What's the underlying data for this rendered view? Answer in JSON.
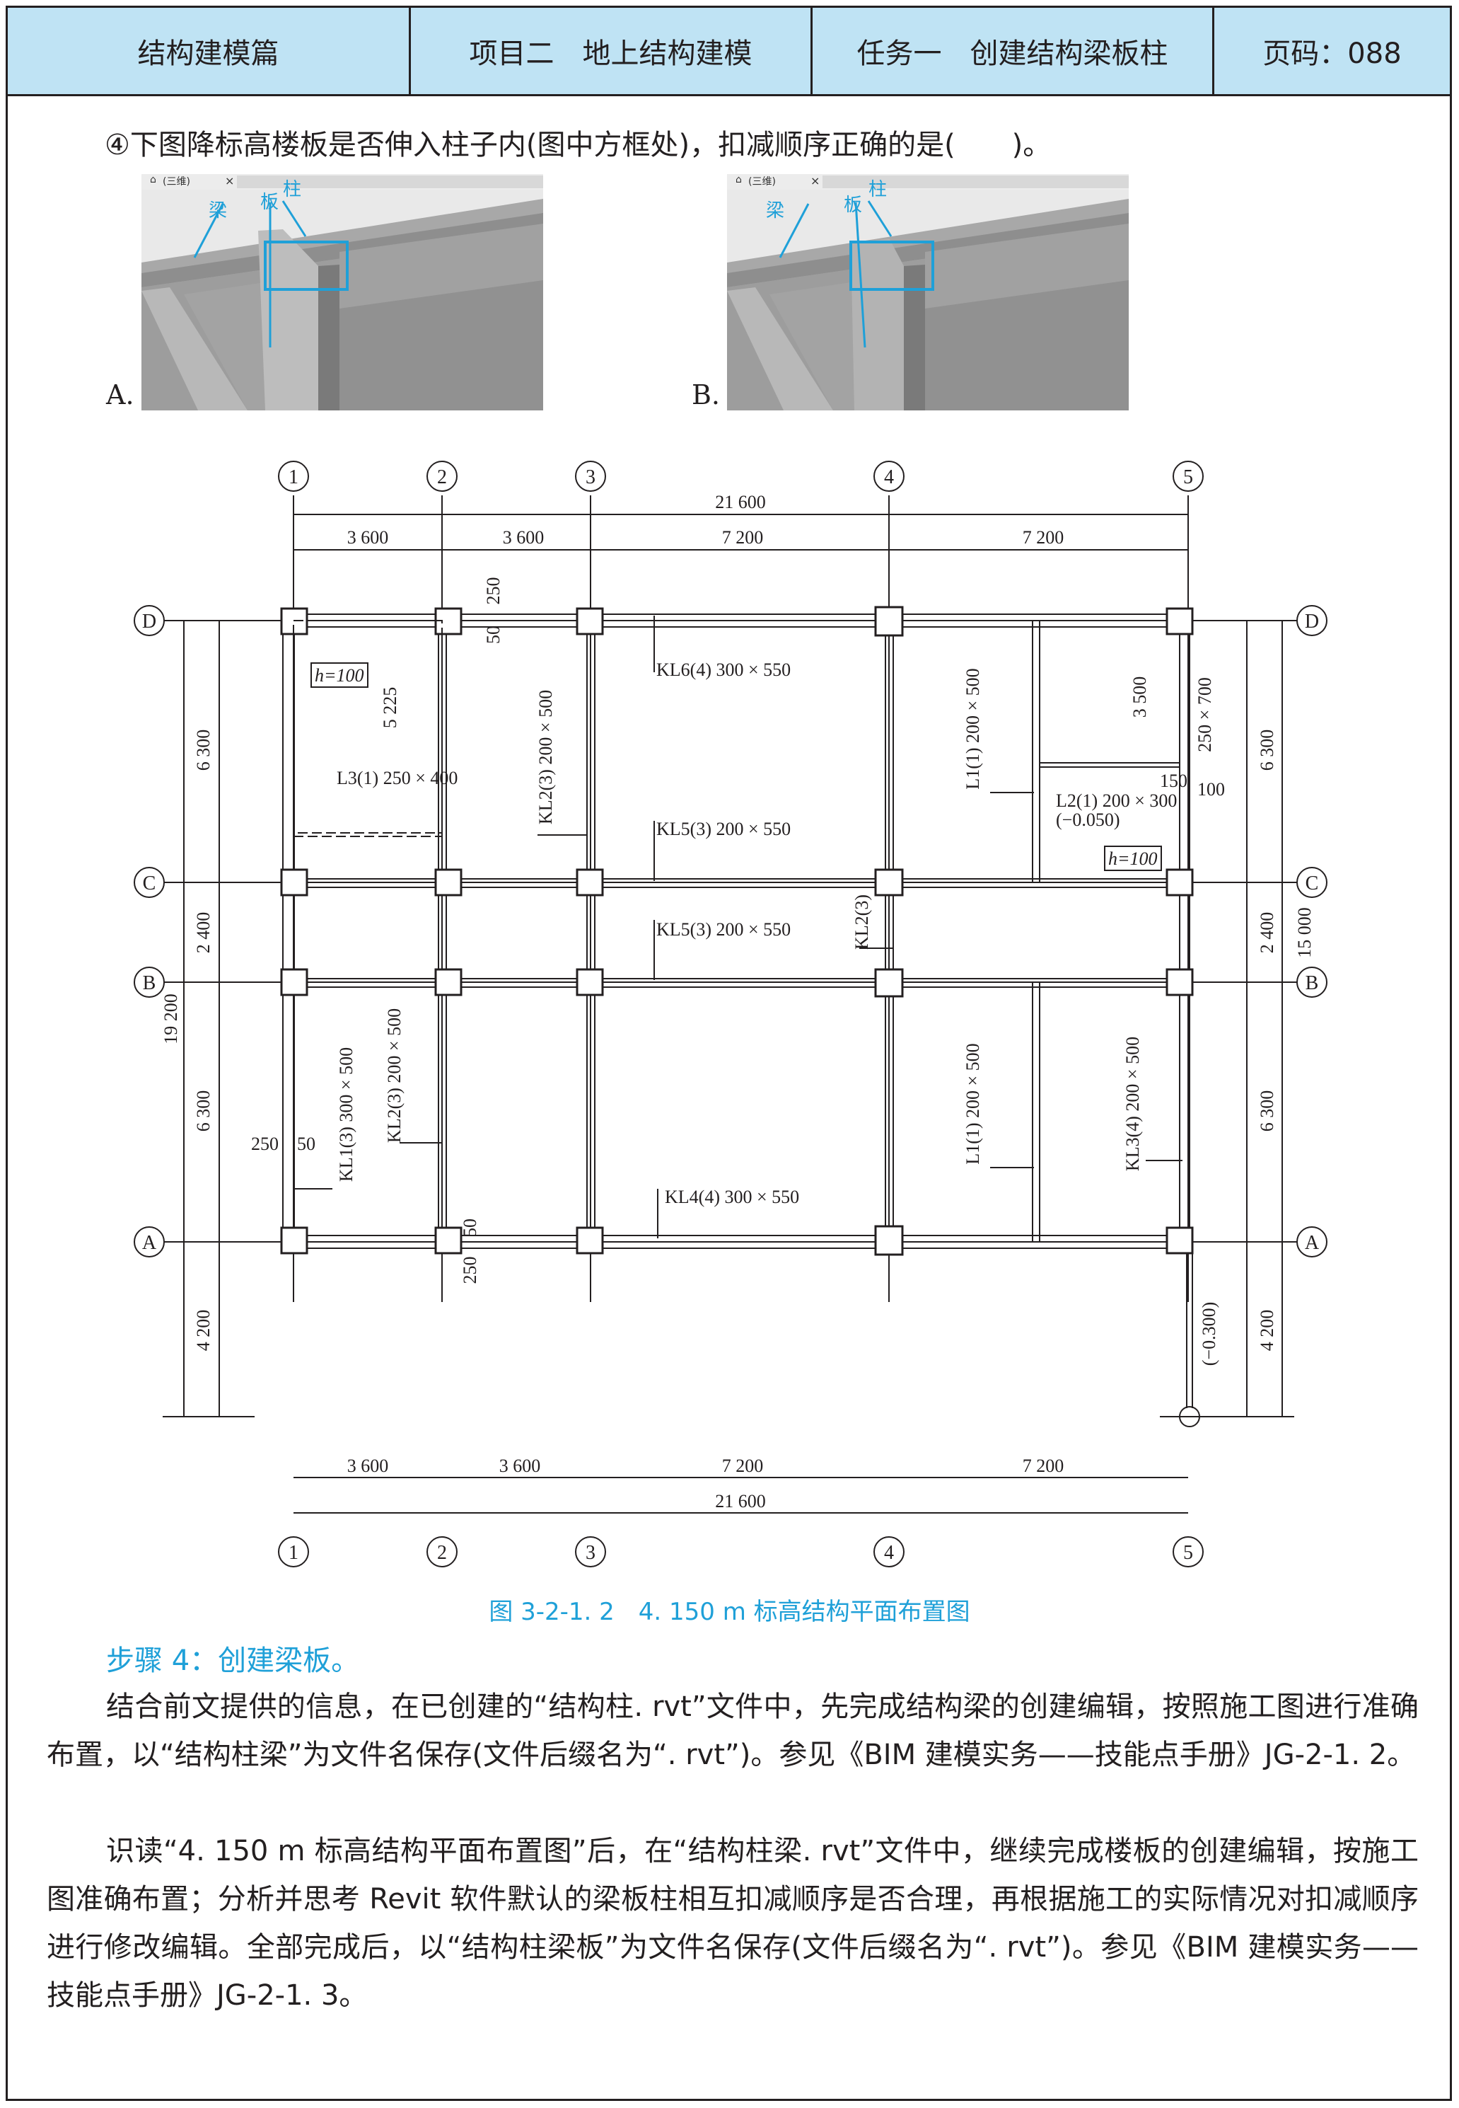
{
  "header": {
    "section": "结构建模篇",
    "project": "项目二　地上结构建模",
    "task": "任务一　创建结构梁板柱",
    "page": "页码：088"
  },
  "question": {
    "text": "④下图降标高楼板是否伸入柱子内(图中方框处)，扣减顺序正确的是(　　)。",
    "options": [
      {
        "letter": "A.",
        "tab": "(三维)",
        "labels": [
          "梁",
          "板",
          "柱"
        ]
      },
      {
        "letter": "B.",
        "tab": "(三维)",
        "labels": [
          "梁",
          "板",
          "柱"
        ]
      }
    ]
  },
  "plan": {
    "axes_top": [
      "1",
      "2",
      "3",
      "4",
      "5"
    ],
    "axes_side": [
      "D",
      "C",
      "B",
      "A"
    ],
    "dims_top_total": "21 600",
    "dims_top": [
      "3 600",
      "3 600",
      "7 200",
      "7 200"
    ],
    "dims_bottom": [
      "3 600",
      "3 600",
      "7 200",
      "7 200"
    ],
    "dims_bottom_total": "21 600",
    "dims_left": [
      "6 300",
      "2 400",
      "6 300",
      "4 200"
    ],
    "dims_left_total": "19 200",
    "dims_right": [
      "6 300",
      "2 400",
      "6 300",
      "4 200"
    ],
    "dims_right_total": "15 000",
    "labels": {
      "kl6": "KL6(4) 300 × 550",
      "kl5a": "KL5(3) 200 × 550",
      "kl5b": "KL5(3) 200 × 550",
      "kl4": "KL4(4) 300 × 550",
      "kl2_top": "KL2(3) 200 × 500",
      "kl2_mid": "KL2(3)",
      "kl2_bot": "KL2(3) 200 × 500",
      "kl1": "KL1(3) 300 × 500",
      "kl3": "KL3(4) 200 × 500",
      "l1_top": "L1(1) 200 × 500",
      "l1_bot": "L1(1) 200 × 500",
      "l3": "L3(1) 250 × 400",
      "l2": "L2(1) 200 × 300",
      "l2_elev": "(−0.050)",
      "h100_a": "h=100",
      "h100_b": "h=100",
      "d5225": "5 225",
      "d3500": "3 500",
      "d250x700": "250 × 700",
      "d150": "150",
      "d100": "100",
      "d250_top": "250",
      "d50_top": "50",
      "d250_left": "250",
      "d50_left": "50",
      "d50_bot": "50",
      "d250_bot": "250",
      "elev_bot": "(−0.300)"
    }
  },
  "caption": "图 3-2-1. 2　4. 150 m 标高结构平面布置图",
  "step": "步骤 4：创建梁板。",
  "paragraphs": [
    "结合前文提供的信息，在已创建的“结构柱. rvt”文件中，先完成结构梁的创建编辑，按照施工图进行准确布置，以“结构柱梁”为文件名保存(文件后缀名为“. rvt”)。参见《BIM 建模实务——技能点手册》JG-2-1. 2。",
    "识读“4. 150 m 标高结构平面布置图”后，在“结构柱梁. rvt”文件中，继续完成楼板的创建编辑，按施工图准确布置；分析并思考 Revit 软件默认的梁板柱相互扣减顺序是否合理，再根据施工的实际情况对扣减顺序进行修改编辑。全部完成后，以“结构柱梁板”为文件名保存(文件后缀名为“. rvt”)。参见《BIM 建模实务——技能点手册》JG-2-1. 3。"
  ],
  "colors": {
    "accent": "#1fa0d8",
    "header_bg": "#bfe3f4"
  }
}
